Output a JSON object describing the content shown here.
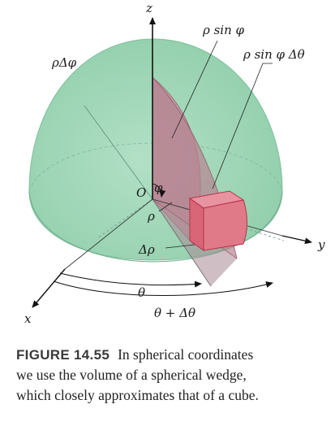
{
  "labels": {
    "axis_z": "z",
    "axis_y": "y",
    "axis_x": "x",
    "rho_delta_phi": "ρΔφ",
    "rho_sin_phi": "ρ sin φ",
    "rho_sin_phi_delta_theta": "ρ sin φ Δθ",
    "origin": "O",
    "phi": "φ",
    "rho": "ρ",
    "delta_rho": "Δρ",
    "theta": "θ",
    "theta_plus_delta_theta": "θ + Δθ"
  },
  "caption": {
    "figure_number": "FIGURE 14.55",
    "line1": "In spherical coordinates",
    "line2": "we use the volume of a spherical wedge,",
    "line3": "which closely approximates that of a cube."
  },
  "colors": {
    "hemisphere": "#8fd0ac",
    "wedge": "#c98e9c",
    "cube": "#e0707e",
    "cube_edge": "#b83048"
  }
}
